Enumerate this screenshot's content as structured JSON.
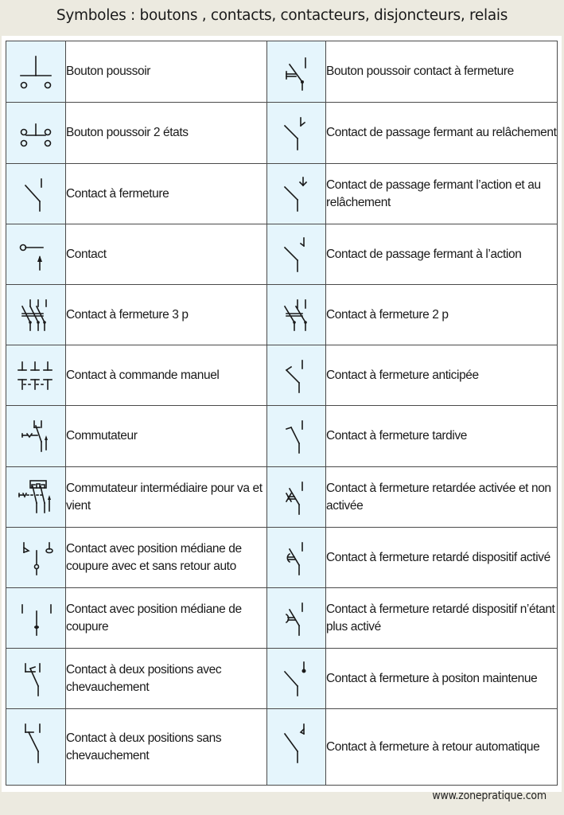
{
  "title": "Symboles : boutons , contacts, contacteurs, disjoncteurs, relais",
  "rows": [
    {
      "left": {
        "icon": "push-button-icon",
        "label": "Bouton poussoir"
      },
      "right": {
        "icon": "push-button-make-contact-icon",
        "label": "Bouton poussoir contact à fermeture"
      }
    },
    {
      "left": {
        "icon": "two-state-push-button-icon",
        "label": "Bouton poussoir 2 états"
      },
      "right": {
        "icon": "passing-contact-release-icon",
        "label": "Contact de passage fermant au relâchement"
      }
    },
    {
      "left": {
        "icon": "make-contact-icon",
        "label": "Contact à fermeture"
      },
      "right": {
        "icon": "passing-contact-action-release-icon",
        "label": "Contact de passage fermant l’action et au relâchement"
      }
    },
    {
      "left": {
        "icon": "contact-icon",
        "label": "Contact"
      },
      "right": {
        "icon": "passing-contact-action-icon",
        "label": "Contact de passage fermant à l’action"
      }
    },
    {
      "left": {
        "icon": "make-contact-3-pole-icon",
        "label": "Contact à fermeture 3 p"
      },
      "right": {
        "icon": "make-contact-2-pole-icon",
        "label": "Contact à fermeture 2 p"
      }
    },
    {
      "left": {
        "icon": "manual-control-contact-icon",
        "label": "Contact à commande manuel"
      },
      "right": {
        "icon": "early-make-contact-icon",
        "label": "Contact à fermeture anticipée"
      }
    },
    {
      "left": {
        "icon": "switch-icon",
        "label": "Commutateur"
      },
      "right": {
        "icon": "late-make-contact-icon",
        "label": "Contact à fermeture tardive"
      }
    },
    {
      "left": {
        "icon": "intermediate-switch-icon",
        "label": "Commutateur intermédiaire pour va et vient"
      },
      "right": {
        "icon": "delayed-make-contact-both-icon",
        "label": "Contact à fermeture retardée activée et non activée"
      }
    },
    {
      "left": {
        "icon": "center-off-contact-auto-return-icon",
        "label": "Contact avec position médiane de coupure avec et sans retour auto"
      },
      "right": {
        "icon": "delayed-make-contact-activated-icon",
        "label": "Contact à fermeture retardé dispositif activé"
      }
    },
    {
      "left": {
        "icon": "center-off-contact-icon",
        "label": "Contact avec position médiane de coupure"
      },
      "right": {
        "icon": "delayed-make-contact-deactivated-icon",
        "label": "Contact à fermeture retardé dispositif n’étant plus activé"
      }
    },
    {
      "left": {
        "icon": "two-position-contact-overlap-icon",
        "label": "Contact à deux positions avec chevauchement"
      },
      "right": {
        "icon": "make-contact-maintained-icon",
        "label": "Contact à fermeture à positon maintenue"
      }
    },
    {
      "left": {
        "icon": "two-position-contact-no-overlap-icon",
        "label": "Contact à deux positions sans chevauchement"
      },
      "right": {
        "icon": "make-contact-auto-return-icon",
        "label": "Contact à fermeture à retour automatique"
      }
    }
  ],
  "footer": "www.zonepratique.com",
  "colors": {
    "symbol_cell": "#e5f5fc",
    "background": "#eceae0",
    "border": "#4a4a4a"
  }
}
